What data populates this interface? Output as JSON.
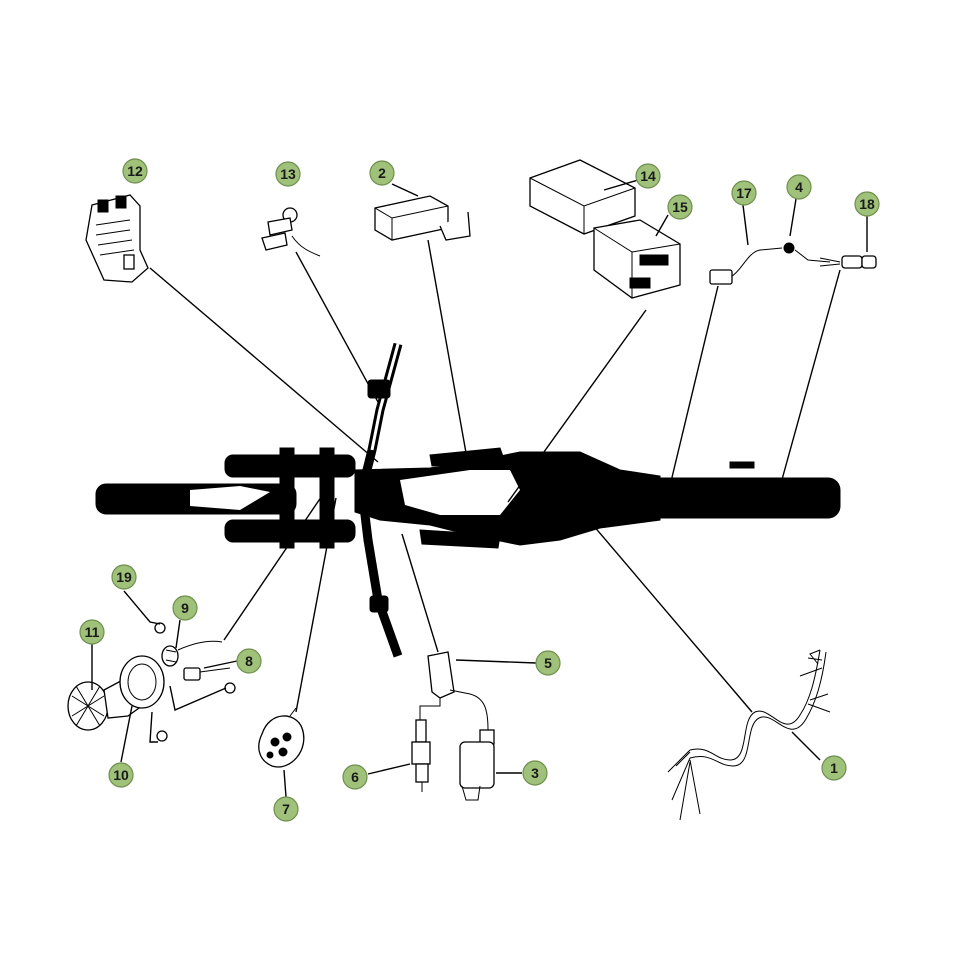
{
  "callouts": [
    {
      "id": "c1",
      "label": "1"
    },
    {
      "id": "c2",
      "label": "2"
    },
    {
      "id": "c3",
      "label": "3"
    },
    {
      "id": "c4",
      "label": "4"
    },
    {
      "id": "c5",
      "label": "5"
    },
    {
      "id": "c6",
      "label": "6"
    },
    {
      "id": "c7",
      "label": "7"
    },
    {
      "id": "c8",
      "label": "8"
    },
    {
      "id": "c9",
      "label": "9"
    },
    {
      "id": "c10",
      "label": "10"
    },
    {
      "id": "c11",
      "label": "11"
    },
    {
      "id": "c12",
      "label": "12"
    },
    {
      "id": "c13",
      "label": "13"
    },
    {
      "id": "c14",
      "label": "14"
    },
    {
      "id": "c15",
      "label": "15"
    },
    {
      "id": "c17",
      "label": "17"
    },
    {
      "id": "c18",
      "label": "18"
    },
    {
      "id": "c19",
      "label": "19"
    }
  ],
  "colors": {
    "badge_fill": "#9fc17a",
    "badge_stroke": "#6f8f4e",
    "ink": "#000000"
  }
}
